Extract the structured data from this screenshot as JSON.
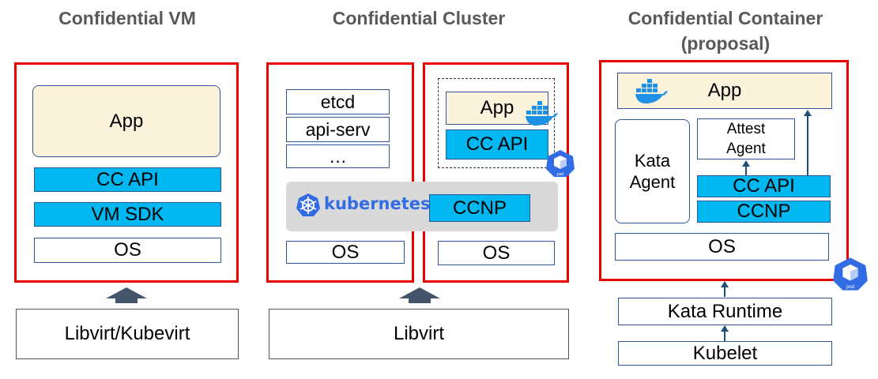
{
  "columns": {
    "vm": {
      "title": "Confidential VM",
      "app": "App",
      "cc_api": "CC API",
      "vm_sdk": "VM SDK",
      "os": "OS",
      "host": "Libvirt/Kubevirt"
    },
    "cluster": {
      "title": "Confidential Cluster",
      "etcd": "etcd",
      "api_serv": "api-serv",
      "ellipsis": "…",
      "kubernetes": "kubernetes",
      "ccnp": "CCNP",
      "app": "App",
      "cc_api": "CC API",
      "os_left": "OS",
      "os_right": "OS",
      "host": "Libvirt"
    },
    "container": {
      "title_line1": "Confidential Container",
      "title_line2": "(proposal)",
      "app": "App",
      "kata_agent_line1": "Kata",
      "kata_agent_line2": "Agent",
      "attest_agent_line1": "Attest",
      "attest_agent_line2": "Agent",
      "cc_api": "CC API",
      "ccnp": "CCNP",
      "os": "OS",
      "kata_runtime": "Kata Runtime",
      "kubelet": "Kubelet"
    }
  },
  "icons": {
    "pod": "pod",
    "docker": "docker-whale-icon",
    "k8s": "kubernetes-helm-icon"
  },
  "colors": {
    "red_border": "#ea0000",
    "blue_fill": "#00b7ef",
    "cream_fill": "#fbf2dc",
    "box_border": "#2f5597",
    "title_gray": "#595959",
    "arrow_dark": "#44546a"
  }
}
